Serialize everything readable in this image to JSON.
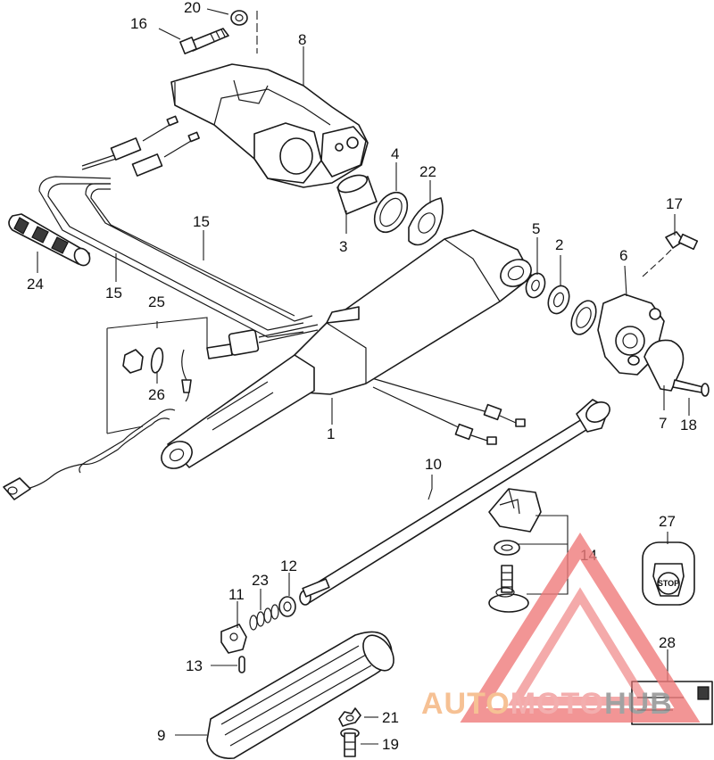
{
  "callouts": [
    {
      "label": "20"
    },
    {
      "label": "16"
    },
    {
      "label": "8"
    },
    {
      "label": "4"
    },
    {
      "label": "22"
    },
    {
      "label": "3"
    },
    {
      "label": "15"
    },
    {
      "label": "24"
    },
    {
      "label": "15"
    },
    {
      "label": "25"
    },
    {
      "label": "26"
    },
    {
      "label": "5"
    },
    {
      "label": "2"
    },
    {
      "label": "6"
    },
    {
      "label": "17"
    },
    {
      "label": "1"
    },
    {
      "label": "7"
    },
    {
      "label": "18"
    },
    {
      "label": "10"
    },
    {
      "label": "14"
    },
    {
      "label": "27"
    },
    {
      "label": "12"
    },
    {
      "label": "11"
    },
    {
      "label": "23"
    },
    {
      "label": "28"
    },
    {
      "label": "13"
    },
    {
      "label": "21"
    },
    {
      "label": "9"
    },
    {
      "label": "19"
    }
  ],
  "stop_label": "STOP",
  "watermark": {
    "text_auto": "AUTO",
    "text_moto": "MOTO",
    "text_hub": "HUB",
    "color_auto": "#f5b27a",
    "color_moto": "#f19a9a",
    "color_hub": "#8c8c8c",
    "triangle_color": "#ef7b7b"
  }
}
